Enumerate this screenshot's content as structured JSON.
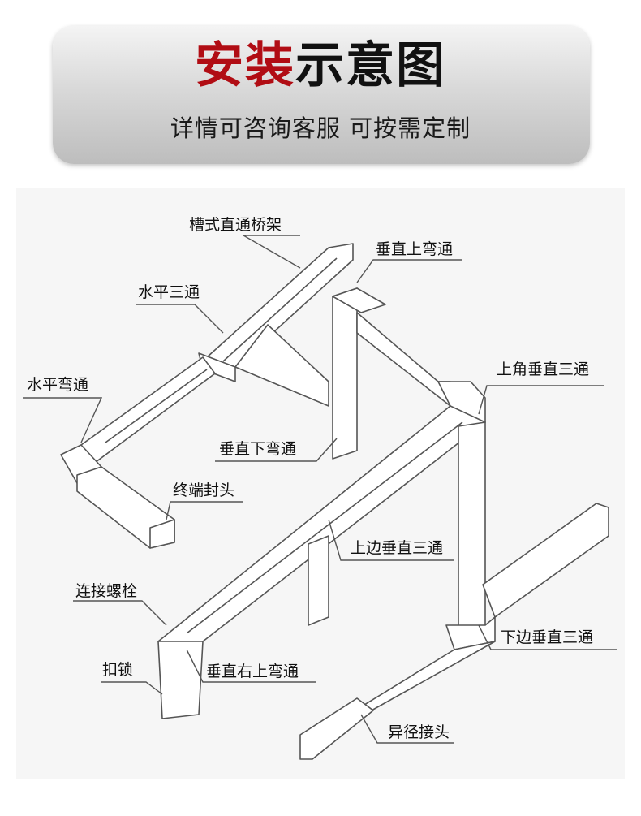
{
  "header": {
    "title_highlight": "安装",
    "title_rest": "示意图",
    "subtitle": "详情可咨询客服  可按需定制"
  },
  "colors": {
    "accent": "#b10d14",
    "text": "#111111",
    "line": "#555555",
    "tray_fill": "#ffffff",
    "panel_bg": "#f6f6f6"
  },
  "labels": {
    "trough_straight": "槽式直通桥架",
    "vertical_up_elbow": "垂直上弯通",
    "horizontal_tee": "水平三通",
    "horizontal_elbow": "水平弯通",
    "corner_vertical_tee": "上角垂直三通",
    "vertical_down_elbow": "垂直下弯通",
    "end_cap": "终端封头",
    "upper_vertical_tee": "上边垂直三通",
    "connecting_bolt": "连接螺栓",
    "lower_vertical_tee": "下边垂直三通",
    "buckle_lock": "扣锁",
    "vertical_right_up_elbow": "垂直右上弯通",
    "reducer_joint": "异径接头"
  }
}
